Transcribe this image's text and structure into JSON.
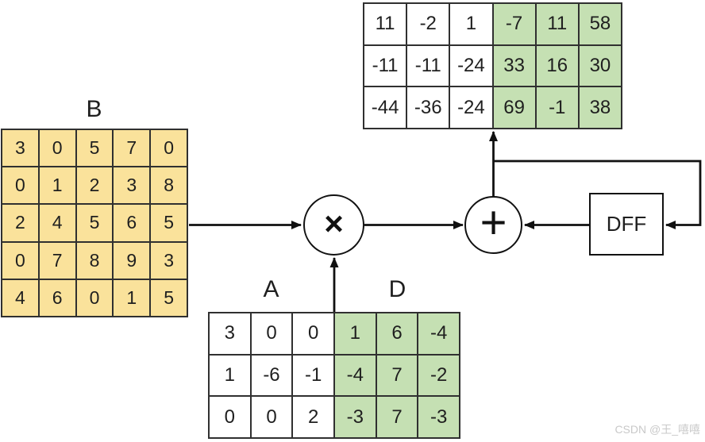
{
  "labels": {
    "b": "B",
    "a": "A",
    "d": "D"
  },
  "nodes": {
    "multiply_symbol": "×",
    "plus_symbol": "+",
    "dff_label": "DFF"
  },
  "watermark": {
    "text": "CSDN @王_嘻嘻"
  },
  "colors": {
    "white": "#ffffff",
    "green": "#c5e0b3",
    "yellow": "#fae29b",
    "line": "#111111",
    "cell_border": "#303030"
  },
  "matrices": {
    "result": {
      "values": [
        [
          11,
          -2,
          1,
          -7,
          11,
          58
        ],
        [
          -11,
          -11,
          -24,
          33,
          16,
          30
        ],
        [
          -44,
          -36,
          -24,
          69,
          -1,
          38
        ]
      ],
      "fills": [
        [
          "white",
          "white",
          "white",
          "green",
          "green",
          "green"
        ],
        [
          "white",
          "white",
          "white",
          "green",
          "green",
          "green"
        ],
        [
          "white",
          "white",
          "white",
          "green",
          "green",
          "green"
        ]
      ]
    },
    "b": {
      "values": [
        [
          3,
          0,
          5,
          7,
          0
        ],
        [
          0,
          1,
          2,
          3,
          8
        ],
        [
          2,
          4,
          5,
          6,
          5
        ],
        [
          0,
          7,
          8,
          9,
          3
        ],
        [
          4,
          6,
          0,
          1,
          5
        ]
      ],
      "fills": [
        [
          "yellow",
          "yellow",
          "yellow",
          "yellow",
          "yellow"
        ],
        [
          "yellow",
          "yellow",
          "yellow",
          "yellow",
          "yellow"
        ],
        [
          "yellow",
          "yellow",
          "yellow",
          "yellow",
          "yellow"
        ],
        [
          "yellow",
          "yellow",
          "yellow",
          "yellow",
          "yellow"
        ],
        [
          "yellow",
          "yellow",
          "yellow",
          "yellow",
          "yellow"
        ]
      ]
    },
    "ad": {
      "values": [
        [
          3,
          0,
          0,
          1,
          6,
          -4
        ],
        [
          1,
          -6,
          -1,
          -4,
          7,
          -2
        ],
        [
          0,
          0,
          2,
          -3,
          7,
          -3
        ]
      ],
      "fills": [
        [
          "white",
          "white",
          "white",
          "green",
          "green",
          "green"
        ],
        [
          "white",
          "white",
          "white",
          "green",
          "green",
          "green"
        ],
        [
          "white",
          "white",
          "white",
          "green",
          "green",
          "green"
        ]
      ]
    }
  }
}
